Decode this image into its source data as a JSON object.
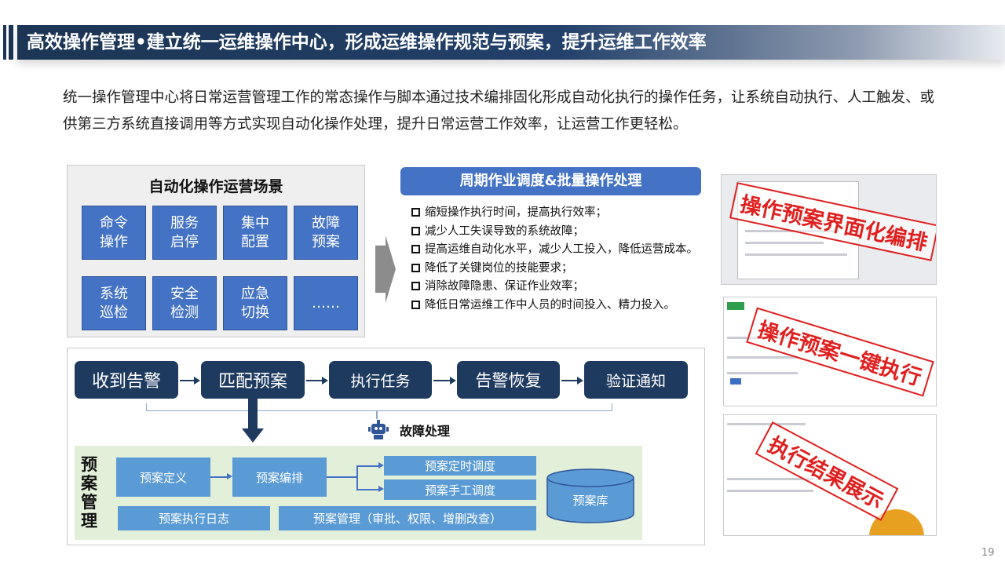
{
  "title": "高效操作管理•建立统一运维操作中心，形成运维操作规范与预案，提升运维工作效率",
  "intro": "统一操作管理中心将日常运营管理工作的常态操作与脚本通过技术编排固化形成自动化执行的操作任务，让系统自动执行、人工触发、或供第三方系统直接调用等方式实现自动化操作处理，提升日常运营工作效率，让运营工作更轻松。",
  "scenarios": {
    "title": "自动化操作运营场景",
    "tiles": [
      "命令\n操作",
      "服务\n启停",
      "集中\n配置",
      "故障\n预案",
      "系统\n巡检",
      "安全\n检测",
      "应急\n切换",
      "……"
    ]
  },
  "benefits": {
    "title": "周期作业调度&批量操作处理",
    "items": [
      "缩短操作执行时间，提高执行效率；",
      "减少人工失误导致的系统故障；",
      "提高运维自动化水平，减少人工投入，降低运营成本。",
      "降低了关键岗位的技能要求；",
      "消除故障隐患、保证作业效率；",
      "降低日常运维工作中人员的时间投入、精力投入。"
    ]
  },
  "screenshots": [
    "操作预案界面化编排",
    "操作预案一键执行",
    "执行结果展示"
  ],
  "flow": {
    "steps": [
      "收到告警",
      "匹配预案",
      "执行任务",
      "告警恢复",
      "验证通知"
    ],
    "loop_label": "故障处理"
  },
  "plan": {
    "label": "预案管理",
    "define": "预案定义",
    "orchestrate": "预案编排",
    "scheduled": "预案定时调度",
    "manual": "预案手工调度",
    "log": "预案执行日志",
    "manage": "预案管理（审批、权限、增删改查）",
    "repo": "预案库"
  },
  "page_number": "19"
}
